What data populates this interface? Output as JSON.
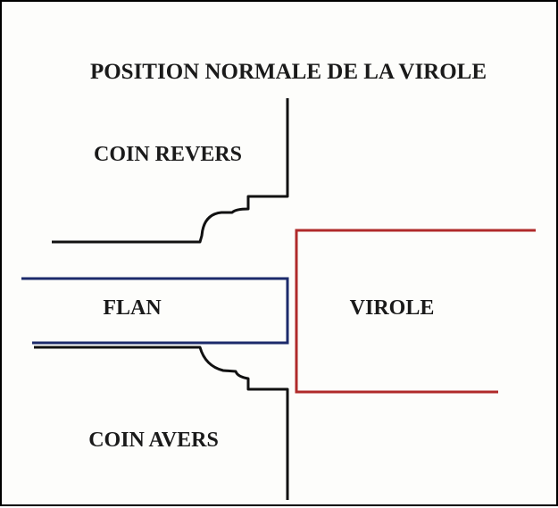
{
  "diagram": {
    "title": "POSITION NORMALE DE LA VIROLE",
    "labels": {
      "coin_revers": "COIN REVERS",
      "flan": "FLAN",
      "virole": "VIROLE",
      "coin_avers": "COIN AVERS"
    },
    "colors": {
      "die_outline": "#111111",
      "flan_outline": "#1c2a6b",
      "virole_outline": "#b02a2a",
      "text": "#1a1a1a"
    }
  }
}
